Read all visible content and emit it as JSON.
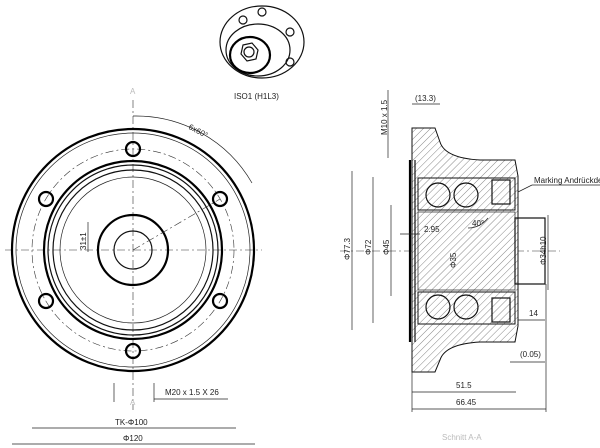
{
  "iso_view": {
    "caption": "ISO1 (H1L3)"
  },
  "front_view": {
    "section_mark_top": "A",
    "section_mark_bottom": "A",
    "angle_label": "6x60°",
    "pilot_label": "31±1",
    "thread_label": "M20 x 1.5 X 26",
    "bolt_circle_label": "TK-Φ100",
    "outer_diameter_label": "Φ120"
  },
  "section_view": {
    "bolt_thread_label": "M10 x 1.5",
    "flange_thickness_label": "(13.3)",
    "marking_label": "Marking Andrückdel",
    "dia_77_label": "Φ77.3",
    "dia_72_label": "Φ72",
    "dia_45_label": "Φ45",
    "dia_35_label": "Φ35",
    "offset_label": "2.95",
    "contact_angle_label": "40°",
    "spigot_label": "Φ34h10",
    "dim_14_label": "14",
    "gap_label": "(0.05)",
    "length_51_label": "51.5",
    "length_66_label": "66.45",
    "section_caption": "Schnitt A-A"
  }
}
